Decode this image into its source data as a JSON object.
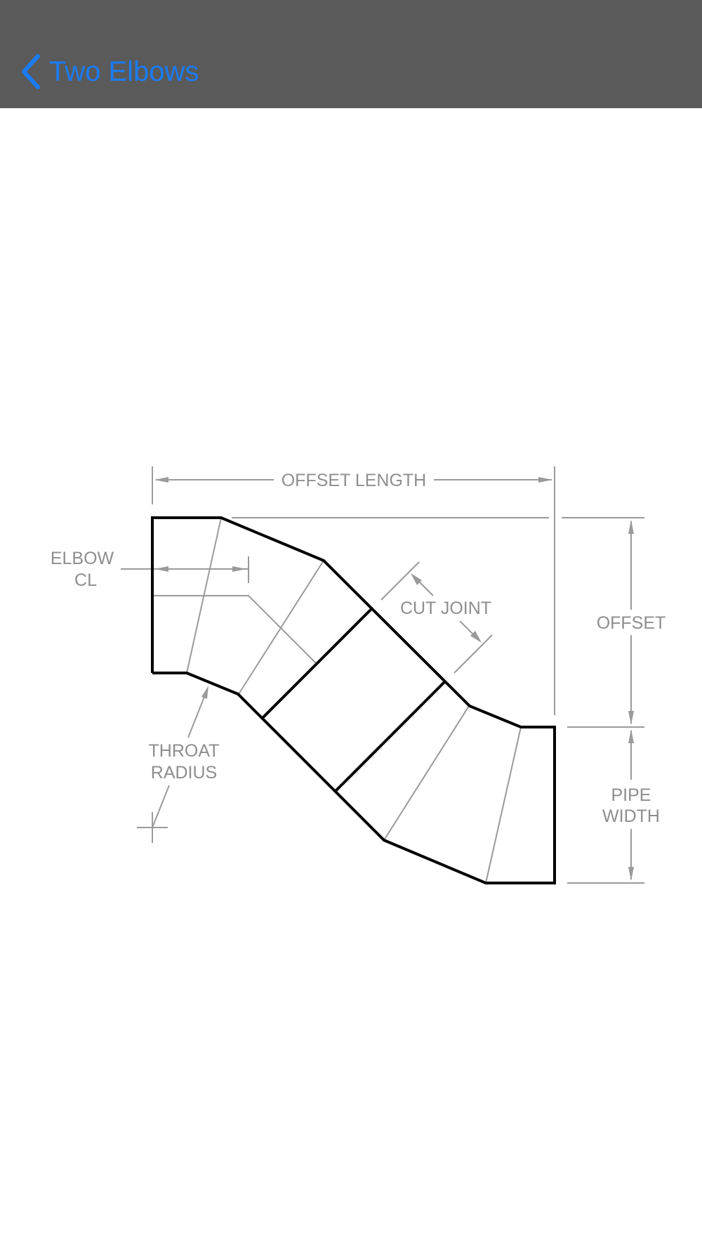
{
  "nav": {
    "back_label": "Two Elbows",
    "back_icon": "chevron-left-icon",
    "accent_color": "#1a7cf5",
    "bar_color": "#5a5a5a"
  },
  "diagram": {
    "labels": {
      "offset_length": "OFFSET LENGTH",
      "offset": "OFFSET",
      "elbow_line1": "ELBOW",
      "elbow_line2": "CL",
      "cut_joint": "CUT JOINT",
      "throat_line1": "THROAT",
      "throat_line2": "RADIUS",
      "pipe_line1": "PIPE",
      "pipe_line2": "WIDTH"
    }
  }
}
